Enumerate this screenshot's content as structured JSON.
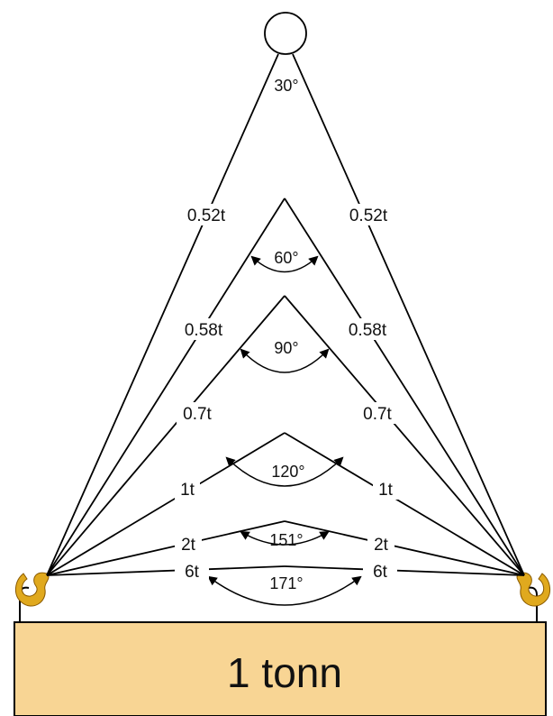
{
  "load_label": "1 tonn",
  "colors": {
    "load_fill": "#F8D594",
    "hook_fill": "#E0A91E",
    "line": "#000000"
  },
  "slings": [
    {
      "angle": "30°",
      "tension_left": "0.52t",
      "tension_right": "0.52t"
    },
    {
      "angle": "60°",
      "tension_left": "0.58t",
      "tension_right": "0.58t"
    },
    {
      "angle": "90°",
      "tension_left": "0.7t",
      "tension_right": "0.7t"
    },
    {
      "angle": "120°",
      "tension_left": "1t",
      "tension_right": "1t"
    },
    {
      "angle": "151°",
      "tension_left": "2t",
      "tension_right": "2t"
    },
    {
      "angle": "171°",
      "tension_left": "6t",
      "tension_right": "6t"
    }
  ]
}
